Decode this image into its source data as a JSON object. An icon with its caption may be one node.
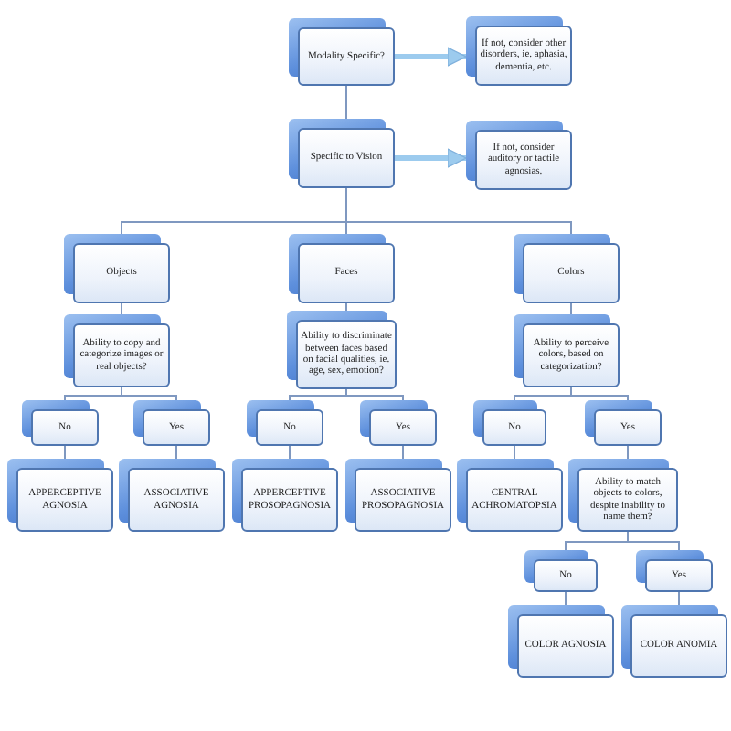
{
  "diagram": {
    "nodes": [
      {
        "text": [
          "Modality Specific?"
        ]
      },
      {
        "text": [
          "If not, consider other disorders, ie. aphasia, dementia, etc."
        ]
      },
      {
        "text": [
          "Specific to Vision"
        ]
      },
      {
        "text": [
          "If not, consider auditory or tactile agnosias."
        ]
      },
      {
        "text": [
          "Objects"
        ]
      },
      {
        "text": [
          "Faces"
        ]
      },
      {
        "text": [
          "Colors"
        ]
      },
      {
        "text": [
          "Ability to copy and categorize images or real objects?"
        ]
      },
      {
        "text": [
          "Ability to discriminate between faces based on facial qualities, ie. age, sex, emotion?"
        ]
      },
      {
        "text": [
          "Ability to perceive colors, based on categorization?"
        ]
      },
      {
        "text": [
          "No"
        ]
      },
      {
        "text": [
          "Yes"
        ]
      },
      {
        "text": [
          "No"
        ]
      },
      {
        "text": [
          "Yes"
        ]
      },
      {
        "text": [
          "No"
        ]
      },
      {
        "text": [
          "Yes"
        ]
      },
      {
        "text": [
          "APPERCEPTIVE AGNOSIA"
        ]
      },
      {
        "text": [
          "ASSOCIATIVE AGNOSIA"
        ]
      },
      {
        "text": [
          "APPERCEPTIVE PROSOPAGNOSIA"
        ]
      },
      {
        "text": [
          "ASSOCIATIVE PROSOPAGNOSIA"
        ]
      },
      {
        "text": [
          "CENTRAL ACHROMATOPSIA"
        ]
      },
      {
        "text": [
          "Ability to match objects to colors, despite inability to name them?"
        ]
      },
      {
        "text": [
          "No"
        ]
      },
      {
        "text": [
          "Yes"
        ]
      },
      {
        "text": [
          "COLOR AGNOSIA"
        ]
      },
      {
        "text": [
          "COLOR ANOMIA"
        ]
      }
    ],
    "edges": [
      {
        "from": 0,
        "to": 1,
        "arrow": "to",
        "style": "thick",
        "color": "#9ccbee"
      },
      {
        "from": 0,
        "to": 2,
        "arrow": "none"
      },
      {
        "from": 2,
        "to": 3,
        "arrow": "to",
        "style": "thick",
        "color": "#9ccbee"
      },
      {
        "from": 2,
        "to": 4,
        "arrow": "none"
      },
      {
        "from": 2,
        "to": 5,
        "arrow": "none"
      },
      {
        "from": 2,
        "to": 6,
        "arrow": "none"
      },
      {
        "from": 4,
        "to": 7,
        "arrow": "none"
      },
      {
        "from": 5,
        "to": 8,
        "arrow": "none"
      },
      {
        "from": 6,
        "to": 9,
        "arrow": "none"
      },
      {
        "from": 7,
        "to": 10,
        "arrow": "none"
      },
      {
        "from": 7,
        "to": 11,
        "arrow": "none"
      },
      {
        "from": 8,
        "to": 12,
        "arrow": "none"
      },
      {
        "from": 8,
        "to": 13,
        "arrow": "none"
      },
      {
        "from": 9,
        "to": 14,
        "arrow": "none"
      },
      {
        "from": 9,
        "to": 15,
        "arrow": "none"
      },
      {
        "from": 10,
        "to": 16,
        "arrow": "none"
      },
      {
        "from": 11,
        "to": 17,
        "arrow": "none"
      },
      {
        "from": 12,
        "to": 18,
        "arrow": "none"
      },
      {
        "from": 13,
        "to": 19,
        "arrow": "none"
      },
      {
        "from": 14,
        "to": 20,
        "arrow": "none"
      },
      {
        "from": 15,
        "to": 21,
        "arrow": "none"
      },
      {
        "from": 21,
        "to": 22,
        "arrow": "none"
      },
      {
        "from": 21,
        "to": 23,
        "arrow": "none"
      },
      {
        "from": 22,
        "to": 24,
        "arrow": "none"
      },
      {
        "from": 23,
        "to": 25,
        "arrow": "none"
      }
    ]
  }
}
